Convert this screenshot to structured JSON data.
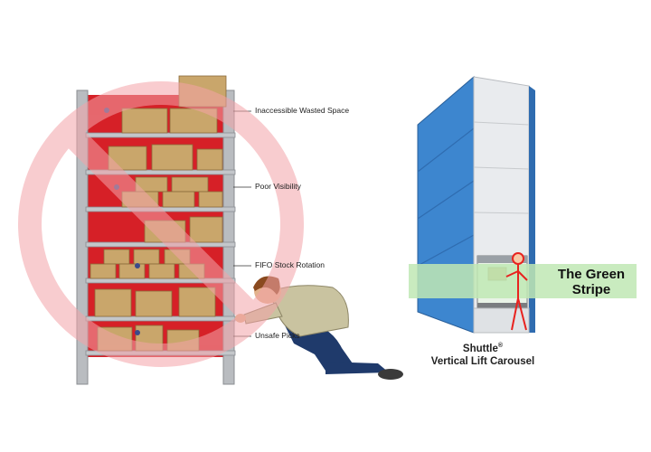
{
  "callouts": {
    "wasted_space": "Inaccessible Wasted Space",
    "poor_visibility": "Poor Visibility",
    "fifo": "FIFO Stock Rotation",
    "unsafe_picks": "Unsafe Picks"
  },
  "green_stripe": {
    "line1": "The Green",
    "line2": "Stripe"
  },
  "product": {
    "name": "Shuttle",
    "trademark": "®",
    "subtitle": "Vertical Lift Carousel"
  },
  "colors": {
    "shelf_red": "#d62027",
    "box_tan": "#c9a66b",
    "no_sign": "#f4a3a8",
    "carousel_blue": "#3d86cf",
    "stripe_green": "#bfe8b4",
    "figure_red": "#e8231f"
  },
  "icons": {
    "prohibition": "no-symbol-icon",
    "worker": "kneeling-worker-icon",
    "operator": "standing-operator-icon"
  }
}
